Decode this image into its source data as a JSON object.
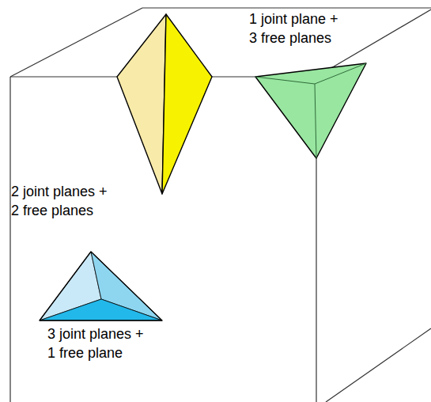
{
  "diagram": {
    "labels": [
      "1 joint plane + 3 free planes",
      "2 joint planes + 2 free planes",
      "3 joint planes + 1 free plane"
    ]
  }
}
